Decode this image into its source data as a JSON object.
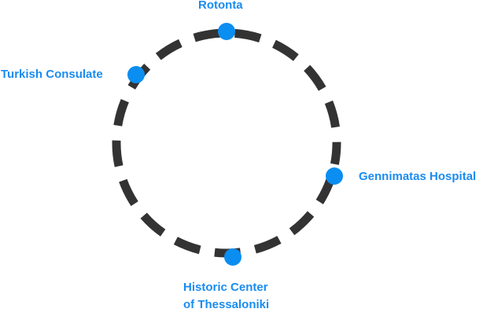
{
  "map": {
    "route": {
      "style": "dashed-loop",
      "stroke_color": "#333333"
    },
    "stop_color": "#0a8ef2",
    "label_color": "#1a8cf0",
    "stops": [
      {
        "id": "rotonta",
        "label": "Rotonta"
      },
      {
        "id": "turkish-consulate",
        "label": "Turkish Consulate"
      },
      {
        "id": "gennimatas-hospital",
        "label": "Gennimatas Hospital"
      },
      {
        "id": "historic-center",
        "label_line1": "Historic Center",
        "label_line2": "of Thessaloniki"
      }
    ]
  }
}
